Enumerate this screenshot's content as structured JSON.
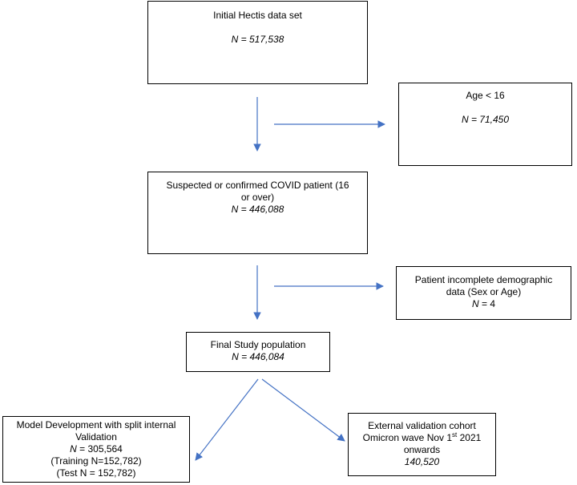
{
  "boxes": {
    "initial": {
      "title": "Initial Hectis data set",
      "n": "N = 517,538"
    },
    "age": {
      "title": "Age < 16",
      "n": "N = 71,450"
    },
    "suspected": {
      "title": "Suspected or confirmed COVID patient (16 or over)",
      "n": "N = 446,088"
    },
    "incomplete": {
      "title_line1": "Patient incomplete demographic",
      "title_line2": "data (Sex or Age)",
      "n": "N = 4"
    },
    "final": {
      "title": "Final Study population",
      "n": "N = 446,084"
    },
    "model": {
      "line1": "Model Development with split internal",
      "line2": "Validation",
      "n_prefix": "N",
      "n_value": " = 305,564",
      "training": "(Training N=152,782)",
      "test": "(Test N = 152,782)"
    },
    "external": {
      "line1": "External validation cohort",
      "line2a": "Omicron wave Nov 1",
      "line2sup": "st",
      "line2b": " 2021",
      "line3": "onwards",
      "n": "140,520"
    }
  },
  "colors": {
    "arrow": "#4472c4",
    "border": "#000000"
  }
}
